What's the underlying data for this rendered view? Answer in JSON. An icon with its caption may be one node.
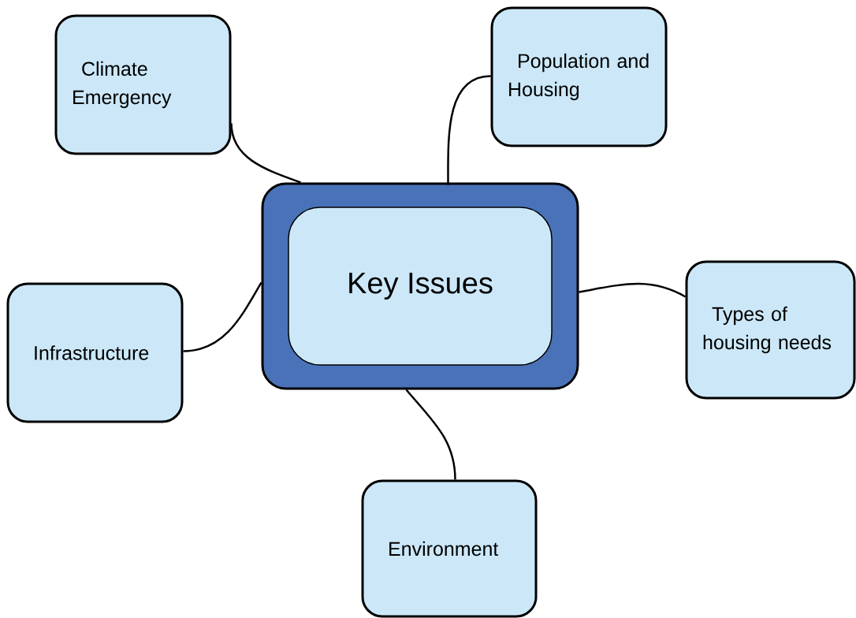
{
  "diagram": {
    "nodes": [
      {
        "text": [
          "Key Issues"
        ]
      },
      {
        "text": [
          "Climate Emergency"
        ]
      },
      {
        "text": [
          "Population and Housing"
        ]
      },
      {
        "text": [
          "Infrastructure"
        ]
      },
      {
        "text": [
          "Types of housing needs"
        ]
      },
      {
        "text": [
          "Environment"
        ]
      }
    ],
    "edges": [
      {
        "from": 0,
        "to": 1,
        "arrow": "none"
      },
      {
        "from": 0,
        "to": 2,
        "arrow": "none"
      },
      {
        "from": 0,
        "to": 3,
        "arrow": "none"
      },
      {
        "from": 0,
        "to": 4,
        "arrow": "none"
      },
      {
        "from": 0,
        "to": 5,
        "arrow": "none"
      }
    ]
  }
}
